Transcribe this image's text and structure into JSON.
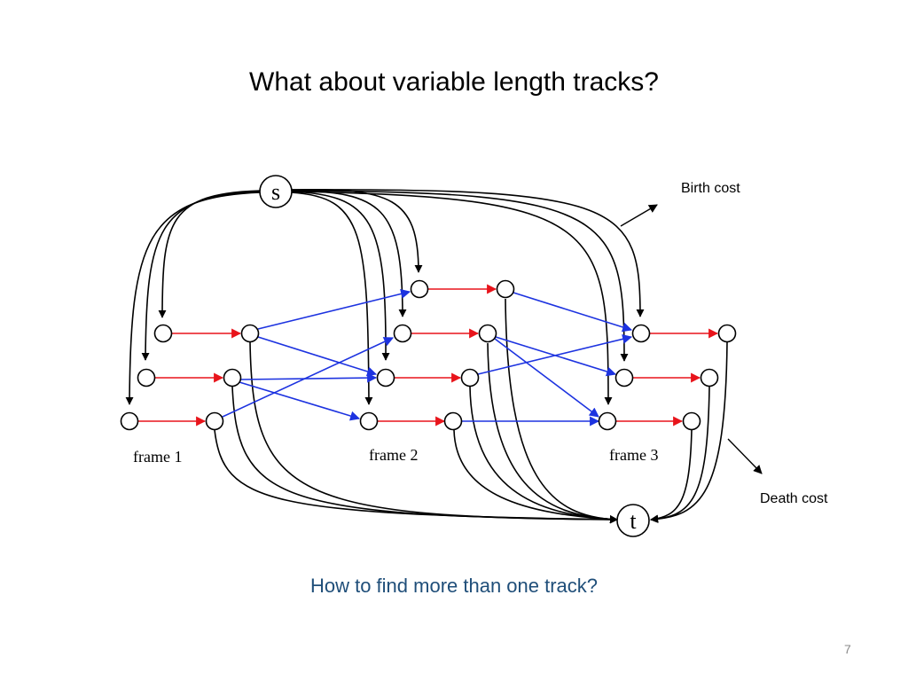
{
  "slide": {
    "title": "What about variable length tracks?",
    "question": "How to find more than one track?",
    "page_number": "7"
  },
  "annotations": {
    "birth_cost": "Birth cost",
    "death_cost": "Death cost"
  },
  "diagram": {
    "source_label": "s",
    "sink_label": "t",
    "frame_labels": [
      "frame 1",
      "frame 2",
      "frame 3"
    ],
    "edge_colors": {
      "intra_frame": "#E8141B",
      "inter_frame": "#1D33E0",
      "source_sink": "#000000"
    }
  }
}
